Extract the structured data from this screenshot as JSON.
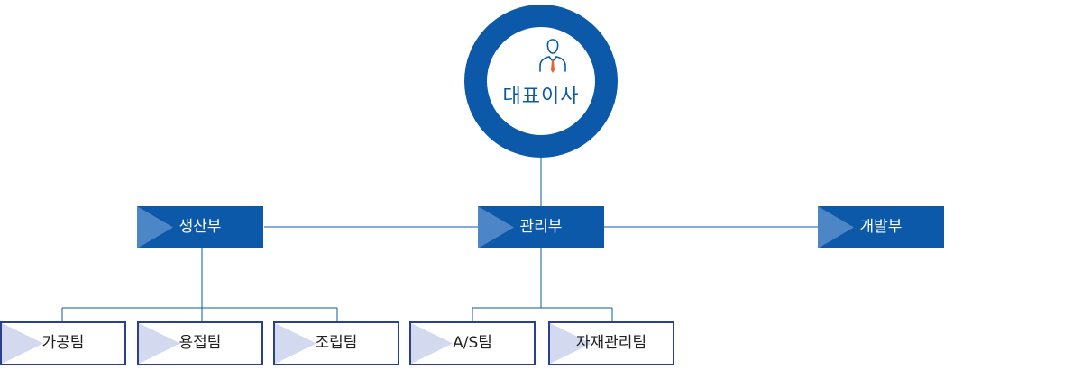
{
  "ceo": {
    "label": "대표이사",
    "icon": "person-icon"
  },
  "departments": [
    {
      "id": "production",
      "label": "생산부"
    },
    {
      "id": "management",
      "label": "관리부"
    },
    {
      "id": "development",
      "label": "개발부"
    }
  ],
  "teams": [
    {
      "dept": "production",
      "label": "가공팀"
    },
    {
      "dept": "production",
      "label": "용접팀"
    },
    {
      "dept": "production",
      "label": "조립팀"
    },
    {
      "dept": "management",
      "label": "A/S팀"
    },
    {
      "dept": "management",
      "label": "자재관리팀"
    }
  ],
  "colors": {
    "primary": "#0b59a8",
    "accent_light": "#4d86c7",
    "team_border": "#2b3f8f",
    "team_fill": "#d3d9ee",
    "line": "#0b59a8"
  }
}
